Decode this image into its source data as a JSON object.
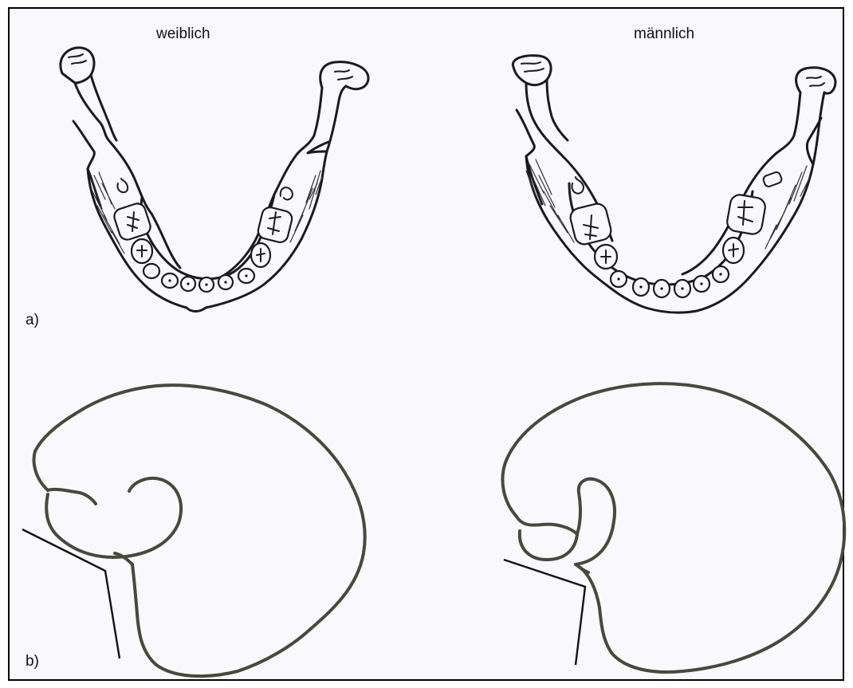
{
  "labels": {
    "female": "weiblich",
    "male": "männlich",
    "panel_a": "a)",
    "panel_b": "b)"
  }
}
